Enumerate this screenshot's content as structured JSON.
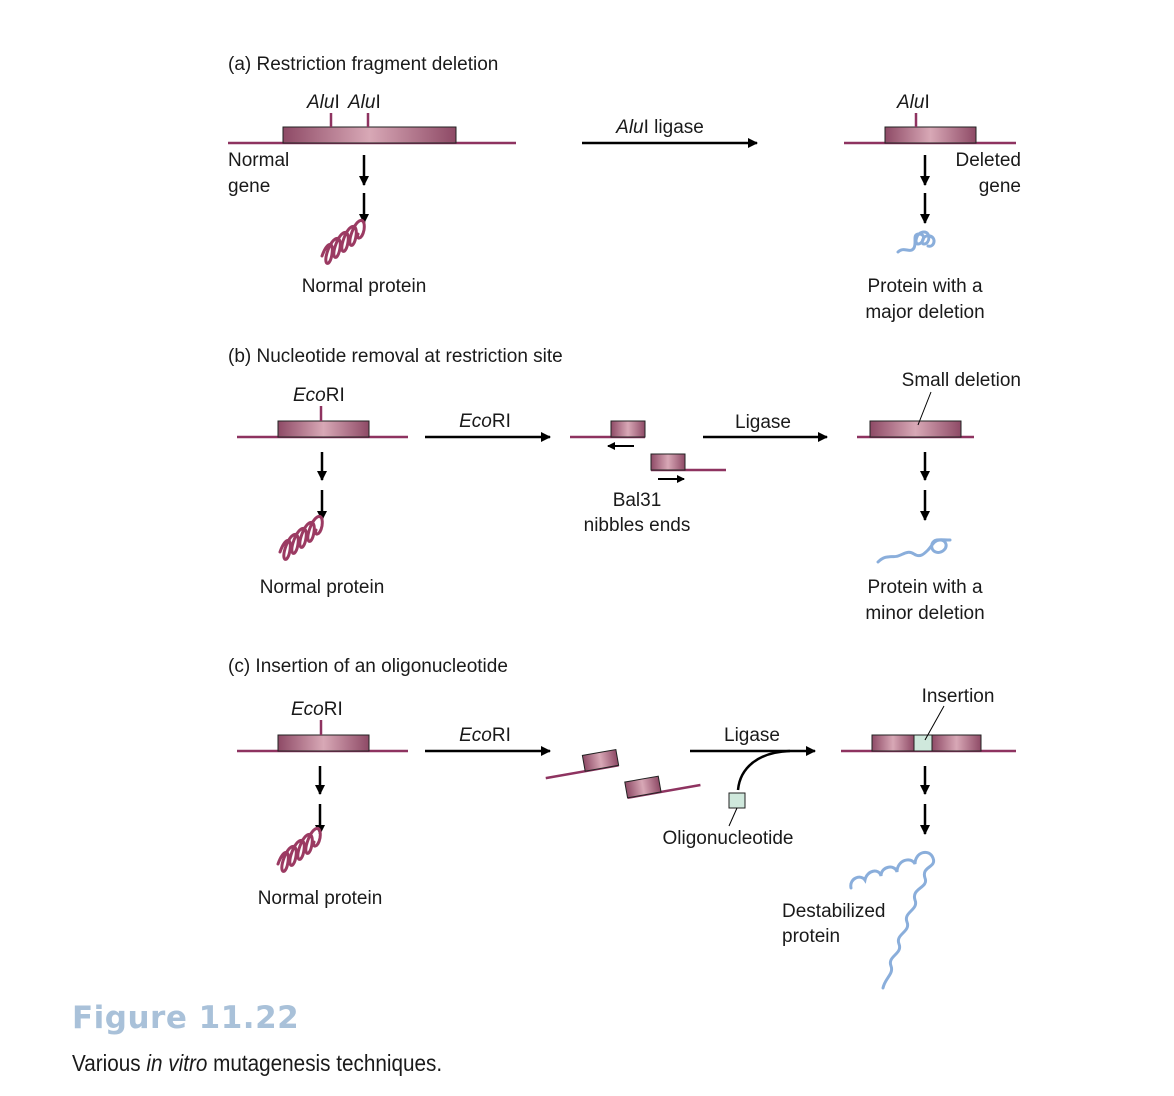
{
  "colors": {
    "dna": "#8e3360",
    "protein_normal": "#9b3a62",
    "protein_mutant": "#8aaedb",
    "oligo": "#cfe8dc",
    "arrow": "#000000"
  },
  "panel_a": {
    "title": "(a)  Restriction fragment deletion",
    "site_left_1": "Alu",
    "site_left_1_suffix": "I",
    "site_left_2": "Alu",
    "site_left_2_suffix": "I",
    "step_enzyme": "Alu",
    "step_enzyme_suffix": "I ligase",
    "site_right": "Alu",
    "site_right_suffix": "I",
    "normal_gene_line1": "Normal",
    "normal_gene_line2": "gene",
    "deleted_gene_line1": "Deleted",
    "deleted_gene_line2": "gene",
    "normal_protein": "Normal protein",
    "mutant_protein_line1": "Protein with a",
    "mutant_protein_line2": "major deletion"
  },
  "panel_b": {
    "title": "(b)  Nucleotide removal at restriction site",
    "site": "Eco",
    "site_suffix": "RI",
    "step1_enzyme": "Eco",
    "step1_enzyme_suffix": "RI",
    "step2": "Ligase",
    "small_deletion": "Small deletion",
    "bal31_line1": "Bal31",
    "bal31_line2": "nibbles ends",
    "normal_protein": "Normal protein",
    "mutant_protein_line1": "Protein with a",
    "mutant_protein_line2": "minor deletion"
  },
  "panel_c": {
    "title": "(c)  Insertion of an oligonucleotide",
    "site": "Eco",
    "site_suffix": "RI",
    "step1_enzyme": "Eco",
    "step1_enzyme_suffix": "RI",
    "step2": "Ligase",
    "insertion": "Insertion",
    "oligo": "Oligonucleotide",
    "normal_protein": "Normal protein",
    "mutant_protein_line1": "Destabilized",
    "mutant_protein_line2": "protein"
  },
  "figure": {
    "title": "Figure 11.22",
    "caption_pre": "Various ",
    "caption_italic": "in vitro",
    "caption_post": " mutagenesis techniques."
  }
}
